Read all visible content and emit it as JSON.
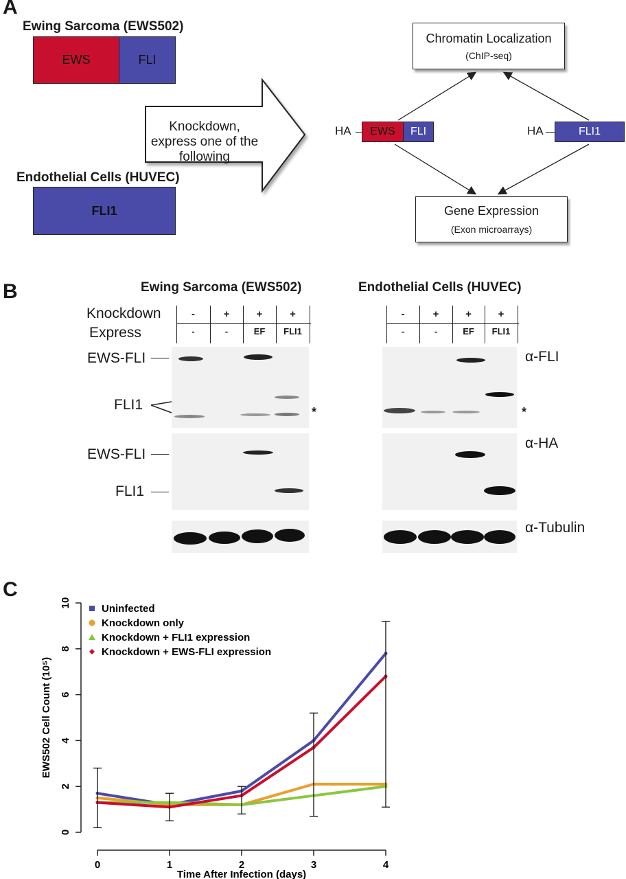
{
  "panel_a": {
    "letter": "A",
    "ewing_title": "Ewing Sarcoma (EWS502)",
    "ews_label": "EWS",
    "fli_label": "FLI",
    "endothelial_title": "Endothelial Cells (HUVEC)",
    "fli1_label": "FLI1",
    "arrow_text": "Knockdown, express one of the following",
    "chromatin_title": "Chromatin Localization",
    "chromatin_sub": "(ChIP-seq)",
    "gene_title": "Gene Expression",
    "gene_sub": "(Exon microarrays)",
    "ha_left": "HA",
    "ha_right": "HA",
    "construct_ews": "EWS",
    "construct_fli": "FLI",
    "construct_fli1": "FLI1",
    "colors": {
      "red": "#c8102e",
      "blue": "#4a4aa8"
    }
  },
  "panel_b": {
    "letter": "B",
    "left_title": "Ewing Sarcoma (EWS502)",
    "right_title": "Endothelial Cells (HUVEC)",
    "knockdown_label": "Knockdown",
    "express_label": "Express",
    "knockdown_vals": [
      "-",
      "+",
      "+",
      "+"
    ],
    "express_vals": [
      "-",
      "-",
      "EF",
      "FLI1"
    ],
    "left_labels": {
      "ews_fli_1": "EWS-FLI",
      "fli1_1": "FLI1",
      "ews_fli_2": "EWS-FLI",
      "fli1_2": "FLI1"
    },
    "right_labels": {
      "alpha_fli": "α-FLI",
      "alpha_ha": "α-HA",
      "alpha_tub": "α-Tubulin"
    },
    "asterisk": "*"
  },
  "panel_c": {
    "letter": "C"
  },
  "chart_data": {
    "type": "line",
    "xlabel": "Time After Infection (days)",
    "ylabel": "EWS502 Cell Count (10⁵)",
    "x": [
      0,
      1,
      2,
      3,
      4
    ],
    "xlim": [
      0,
      4
    ],
    "ylim": [
      0,
      10
    ],
    "xticks": [
      "0",
      "1",
      "2",
      "3",
      "4"
    ],
    "yticks": [
      "0",
      "2",
      "4",
      "6",
      "8",
      "10"
    ],
    "legend_position": "top-left",
    "series": [
      {
        "name": "Uninfected",
        "color": "#4a4aa8",
        "marker": "square",
        "values": [
          1.7,
          1.2,
          1.8,
          4.0,
          7.8
        ]
      },
      {
        "name": "Knockdown only",
        "color": "#e8a030",
        "marker": "circle",
        "values": [
          1.5,
          1.2,
          1.2,
          2.1,
          2.1
        ]
      },
      {
        "name": "Knockdown + FLI1 expression",
        "color": "#8cc63f",
        "marker": "triangle",
        "values": [
          1.3,
          1.3,
          1.2,
          1.6,
          2.0
        ]
      },
      {
        "name": "Knockdown + EWS-FLI expression",
        "color": "#c8102e",
        "marker": "diamond",
        "values": [
          1.3,
          1.1,
          1.6,
          3.7,
          6.8
        ]
      }
    ],
    "error_bars": [
      {
        "x": 0,
        "low": 0.2,
        "high": 2.8
      },
      {
        "x": 1,
        "low": 0.5,
        "high": 1.7
      },
      {
        "x": 2,
        "low": 0.8,
        "high": 2.0
      },
      {
        "x": 3,
        "low": 0.7,
        "high": 5.2
      },
      {
        "x": 4,
        "low": 1.1,
        "high": 9.2
      }
    ]
  }
}
